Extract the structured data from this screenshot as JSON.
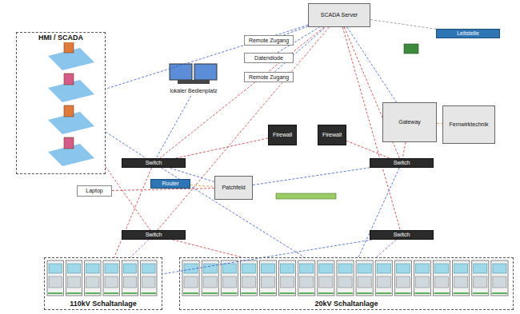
{
  "diagram": {
    "nodes": [
      {
        "text": [
          "SCADA Server"
        ]
      },
      {
        "text": [
          "Leitstelle"
        ]
      },
      {
        "text": [
          "lokaler Bedienplatz"
        ]
      },
      {
        "text": [
          "Remote Zugang"
        ]
      },
      {
        "text": [
          "Datendiode"
        ]
      },
      {
        "text": [
          "Remote Zugang"
        ]
      },
      {
        "text": [
          "Firewall"
        ]
      },
      {
        "text": [
          "Firewall"
        ]
      },
      {
        "text": [
          "Switch"
        ]
      },
      {
        "text": [
          "Switch"
        ]
      },
      {
        "text": [
          "Switch"
        ]
      },
      {
        "text": [
          "Switch"
        ]
      },
      {
        "text": [
          "Laptop"
        ]
      },
      {
        "text": [
          "Patchfeld"
        ]
      },
      {
        "text": [
          "Router"
        ]
      },
      {
        "text": [
          "Gateway"
        ]
      },
      {
        "text": [
          "Fernwirktechnik"
        ]
      },
      {
        "text": [
          "HMI / SCADA"
        ]
      },
      {
        "text": [
          "110kV Schaltanlage"
        ]
      },
      {
        "text": [
          "20kV Schaltanlage"
        ]
      }
    ],
    "edges": [
      {
        "from": 0,
        "to": 8,
        "arrow": "none"
      },
      {
        "from": 0,
        "to": 9,
        "arrow": "none"
      },
      {
        "from": 0,
        "to": 10,
        "arrow": "none"
      },
      {
        "from": 0,
        "to": 11,
        "arrow": "none"
      },
      {
        "from": 0,
        "to": 17,
        "arrow": "none"
      },
      {
        "from": 0,
        "to": 15,
        "arrow": "none"
      },
      {
        "from": 0,
        "to": 1,
        "arrow": "none"
      },
      {
        "from": 3,
        "to": 0,
        "arrow": "none"
      },
      {
        "from": 4,
        "to": 0,
        "arrow": "none"
      },
      {
        "from": 5,
        "to": 0,
        "arrow": "none"
      },
      {
        "from": 2,
        "to": 8,
        "arrow": "none"
      },
      {
        "from": 6,
        "to": 8,
        "arrow": "none"
      },
      {
        "from": 7,
        "to": 9,
        "arrow": "none"
      },
      {
        "from": 8,
        "to": 18,
        "arrow": "none"
      },
      {
        "from": 8,
        "to": 19,
        "arrow": "none"
      },
      {
        "from": 10,
        "to": 18,
        "arrow": "none"
      },
      {
        "from": 10,
        "to": 19,
        "arrow": "none"
      },
      {
        "from": 9,
        "to": 19,
        "arrow": "none"
      },
      {
        "from": 11,
        "to": 19,
        "arrow": "none"
      },
      {
        "from": 11,
        "to": 18,
        "arrow": "none"
      },
      {
        "from": 17,
        "to": 8,
        "arrow": "none"
      },
      {
        "from": 17,
        "to": 10,
        "arrow": "none"
      },
      {
        "from": 12,
        "to": 13,
        "arrow": "none"
      },
      {
        "from": 13,
        "to": 8,
        "arrow": "none"
      },
      {
        "from": 13,
        "to": 9,
        "arrow": "none"
      },
      {
        "from": 14,
        "to": 13,
        "arrow": "none"
      },
      {
        "from": 15,
        "to": 9,
        "arrow": "none"
      },
      {
        "from": 15,
        "to": 16,
        "arrow": "none"
      }
    ]
  }
}
